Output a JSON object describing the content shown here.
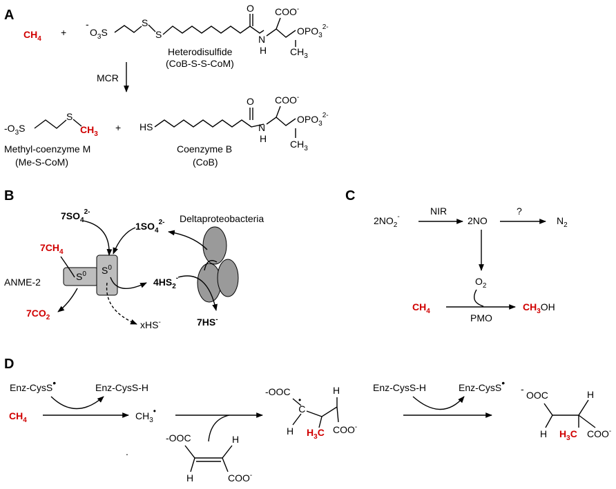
{
  "colors": {
    "highlight": "#d00000",
    "cell": "#bdbdbd",
    "cell_dark": "#9a9a9a"
  },
  "panel_a": {
    "label": "A",
    "ch4": "CH",
    "ch4_sub": "4",
    "plus1": "+",
    "o3s_left_neg": "-",
    "o3s_left": "O",
    "o3s_left_sub": "3",
    "o3s_left_s": "S",
    "s1": "S",
    "s2": "S",
    "coo": "COO",
    "coo_charge": "-",
    "o_carbonyl": "O",
    "n": "N",
    "h": "H",
    "opo3": "OPO",
    "opo3_sub": "3",
    "opo3_charge": "2-",
    "ch3": "CH",
    "ch3_sub": "3",
    "heterodisulfide_name": "Heterodisulfide",
    "heterodisulfide_abbr": "(CoB-S-S-CoM)",
    "enzyme": "MCR",
    "me_o3s": "-O",
    "me_o3s_sub": "3",
    "me_s": "S",
    "me_s2": "S",
    "me_ch3": "CH",
    "me_ch3_sub": "3",
    "plus2": "+",
    "hs": "HS",
    "methyl_name": "Methyl-coenzyme M",
    "methyl_abbr": "(Me-S-CoM)",
    "coenzyme_b_name": "Coenzyme B",
    "coenzyme_b_abbr": "(CoB)"
  },
  "panel_b": {
    "label": "B",
    "so4_7": "7SO",
    "so4_7_sub": "4",
    "so4_7_charge": "2-",
    "so4_1": "1SO",
    "so4_1_sub": "4",
    "so4_1_charge": "2-",
    "deltaproteobacteria": "Deltaproteobacteria",
    "ch4_7": "7CH",
    "ch4_7_sub": "4",
    "anme": "ANME-2",
    "s0_left": "S",
    "s0_left_sup": "0",
    "s0_right": "S",
    "s0_right_sup": "0",
    "hs2_4": "4HS",
    "hs2_4_sub": "2",
    "hs2_4_charge": "-",
    "co2_7": "7CO",
    "co2_7_sub": "2",
    "xhs": "xHS",
    "xhs_charge": "-",
    "hs_7": "7HS",
    "hs_7_charge": "-"
  },
  "panel_c": {
    "label": "C",
    "no2": "2NO",
    "no2_sub": "2",
    "no2_charge": "-",
    "nir": "NIR",
    "no": "2NO",
    "q": "?",
    "n2": "N",
    "n2_sub": "2",
    "o2": "O",
    "o2_sub": "2",
    "ch4": "CH",
    "ch4_sub": "4",
    "pmo": "PMO",
    "ch3oh_red": "CH",
    "ch3oh_sub": "3",
    "ch3oh_rest": "OH"
  },
  "panel_d": {
    "label": "D",
    "enz_cyss1": "Enz-CysS",
    "enz_cyssh1": "Enz-CysS-H",
    "ch4": "CH",
    "ch4_sub": "4",
    "ch3_radical": "CH",
    "ch3_radical_sub": "3",
    "fum_ooc": "-OOC",
    "fum_h1": "H",
    "fum_h2": "H",
    "fum_coo": "COO",
    "fum_coo_charge": "-",
    "int_ooc": "-OOC",
    "int_c": "C",
    "int_h_top": "H",
    "int_h_left": "H",
    "int_h3c": "H",
    "int_h3c_sub": "3",
    "int_h3c_c": "C",
    "int_coo": "COO",
    "int_coo_charge": "-",
    "enz_cyssh2": "Enz-CysS-H",
    "enz_cyss2": "Enz-CysS",
    "prod_ooc_neg": "-",
    "prod_ooc": "OOC",
    "prod_h_top": "H",
    "prod_h_left": "H",
    "prod_h3c": "H",
    "prod_h3c_sub": "3",
    "prod_h3c_c": "C",
    "prod_coo": "COO",
    "prod_coo_charge": "-",
    "dot": "."
  }
}
